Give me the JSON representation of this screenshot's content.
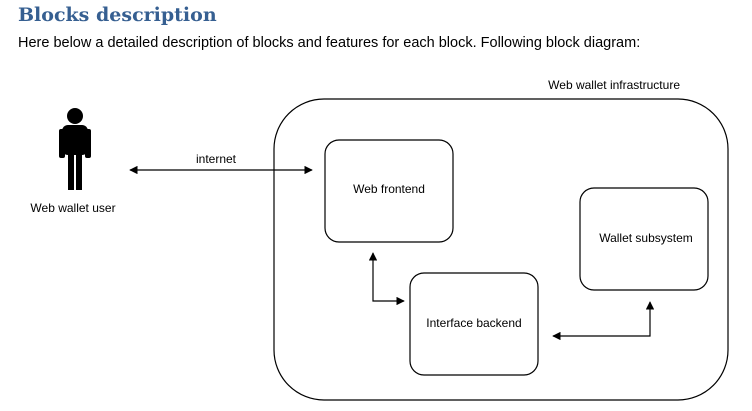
{
  "document": {
    "heading": "Blocks description",
    "intro": "Here below a detailed description of blocks and features for each block. Following block diagram:"
  },
  "diagram": {
    "infrastructure_label": "Web wallet infrastructure",
    "user_label": "Web wallet user",
    "connection_label": "internet",
    "blocks": {
      "frontend": "Web frontend",
      "backend": "Interface backend",
      "wallet": "Wallet subsystem"
    },
    "colors": {
      "heading": "#365f91",
      "lines": "#000000"
    }
  }
}
